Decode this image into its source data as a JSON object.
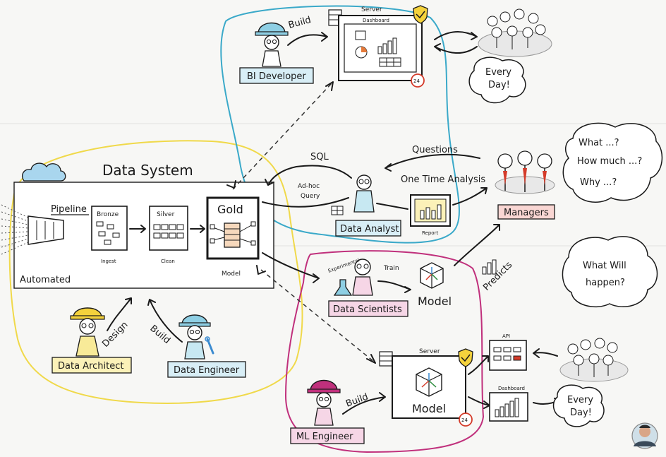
{
  "zones": {
    "data_system": {
      "title": "Data System",
      "color": "#f0d94a"
    },
    "bi": {
      "color": "#3aa9c9"
    },
    "ml": {
      "color": "#c0307c"
    }
  },
  "pipeline": {
    "left_label": "Pipeline",
    "automated": "Automated",
    "bronze": {
      "title": "Bronze",
      "caption": "Ingest"
    },
    "silver": {
      "title": "Silver",
      "caption": "Clean"
    },
    "gold": {
      "title": "Gold",
      "caption": "Model"
    }
  },
  "roles": {
    "bi_developer": "BI Developer",
    "data_analyst": "Data Analyst",
    "data_scientists": "Data Scientists",
    "ml_engineer": "ML Engineer",
    "data_architect": "Data Architect",
    "data_engineer": "Data Engineer",
    "managers": "Managers"
  },
  "actions": {
    "build_top": "Build",
    "build_ml": "Build",
    "build_engineer": "Build",
    "design": "Design",
    "train": "Train",
    "predicts": "Predicts",
    "sql": "SQL",
    "adhoc": "Ad-hoc",
    "query": "Query",
    "questions": "Questions",
    "one_time_analysis": "One Time Analysis",
    "report": "Report",
    "experimental": "Experimental"
  },
  "servers": {
    "top_server": "Server",
    "top_dashboard": "Dashboard",
    "ml_server": "Server",
    "ml_model": "Model",
    "badge": "24"
  },
  "scientist_model": "Model",
  "outputs": {
    "api": "API",
    "dashboard": "Dashboard"
  },
  "bubbles": {
    "every_day_top": [
      "Every",
      "Day!"
    ],
    "every_day_bottom": [
      "Every",
      "Day!"
    ],
    "questions": [
      "What ...?",
      "How much ...?",
      "Why ...?"
    ],
    "future": [
      "What Will",
      "happen?"
    ]
  },
  "icons": [
    "cloud-icon",
    "funnel-icon",
    "hardhat-icon",
    "shield-check-icon",
    "person-icon",
    "crowd-icon",
    "cube-icon",
    "flask-icon",
    "wrench-icon",
    "bar-chart-icon",
    "table-icon",
    "avatar-icon"
  ]
}
